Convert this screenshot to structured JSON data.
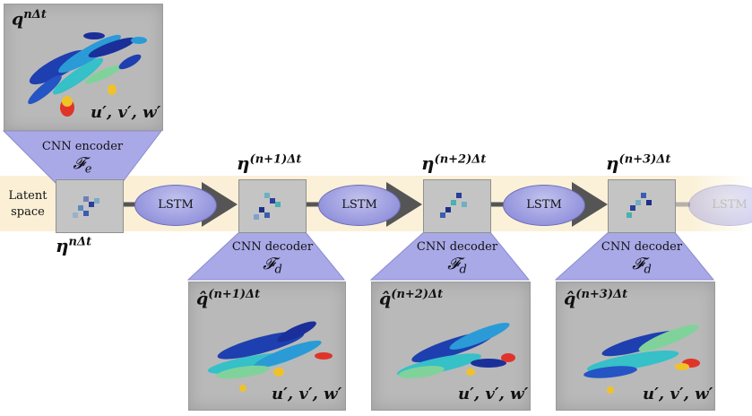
{
  "latent_space_label_line1": "Latent",
  "latent_space_label_line2": "space",
  "encoder": {
    "label": "CNN encoder",
    "symbol": "𝓕",
    "symbol_sub": "e"
  },
  "decoder": {
    "label": "CNN decoder",
    "symbol": "𝓕",
    "symbol_sub": "d"
  },
  "lstm_label": "LSTM",
  "input_field": {
    "symbol": "q",
    "superscript": "nΔt",
    "components": "u′, v′, w′"
  },
  "latent_states": [
    {
      "symbol": "η",
      "superscript": "nΔt"
    },
    {
      "symbol": "η",
      "superscript": "(n+1)Δt"
    },
    {
      "symbol": "η",
      "superscript": "(n+2)Δt"
    },
    {
      "symbol": "η",
      "superscript": "(n+3)Δt"
    }
  ],
  "predictions": [
    {
      "symbol": "q̂",
      "superscript": "(n+1)Δt",
      "components": "u′, v′, w′"
    },
    {
      "symbol": "q̂",
      "superscript": "(n+2)Δt",
      "components": "u′, v′, w′"
    },
    {
      "symbol": "q̂",
      "superscript": "(n+3)Δt",
      "components": "u′, v′, w′"
    }
  ],
  "colors": {
    "band": "#fbf0d6",
    "trapezoid": "#a9a9e8",
    "lstm": "#9b9be0",
    "arrow": "#555555",
    "panel": "#b9b9b9"
  }
}
